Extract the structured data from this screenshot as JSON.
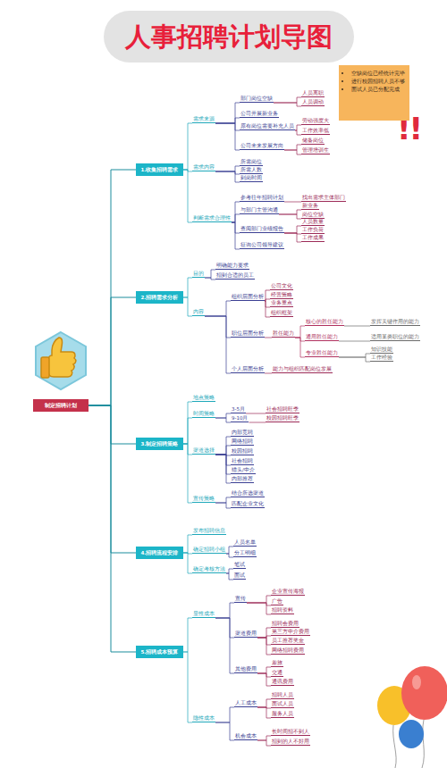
{
  "diagram": {
    "title": "人事招聘计划导图",
    "nodes": [
      {
        "text": [
          "空缺岗位已经统计完毕",
          "进行校园招聘人员不够",
          "面试人员已分配完成"
        ]
      },
      {
        "text": [
          "制定招聘计划"
        ]
      },
      {
        "text": [
          "1.收集招聘需求"
        ]
      },
      {
        "text": [
          "需求来源"
        ]
      },
      {
        "text": [
          "部门岗位空缺"
        ]
      },
      {
        "text": [
          "人员离职"
        ]
      },
      {
        "text": [
          "人员调动"
        ]
      },
      {
        "text": [
          "公司开展新业务"
        ]
      },
      {
        "text": [
          "原有岗位需要补充人员"
        ]
      },
      {
        "text": [
          "劳动强度大"
        ]
      },
      {
        "text": [
          "工作效率低"
        ]
      },
      {
        "text": [
          "公司未来发展方向"
        ]
      },
      {
        "text": [
          "储备岗位"
        ]
      },
      {
        "text": [
          "管理培训生"
        ]
      },
      {
        "text": [
          "需求内容"
        ]
      },
      {
        "text": [
          "所需岗位"
        ]
      },
      {
        "text": [
          "所需人数"
        ]
      },
      {
        "text": [
          "到岗时间"
        ]
      },
      {
        "text": [
          "判断需求合理性"
        ]
      },
      {
        "text": [
          "参考往年招聘计划"
        ]
      },
      {
        "text": [
          "找出需求主体部门"
        ]
      },
      {
        "text": [
          "与部门主管沟通"
        ]
      },
      {
        "text": [
          "新业务"
        ]
      },
      {
        "text": [
          "岗位空缺"
        ]
      },
      {
        "text": [
          "查阅部门业绩报告"
        ]
      },
      {
        "text": [
          "人员数量"
        ]
      },
      {
        "text": [
          "工作负荷"
        ]
      },
      {
        "text": [
          "工作成果"
        ]
      },
      {
        "text": [
          "征询公司领导建议"
        ]
      },
      {
        "text": [
          "2.招聘需求分析"
        ]
      },
      {
        "text": [
          "目的"
        ]
      },
      {
        "text": [
          "明确能力要求"
        ]
      },
      {
        "text": [
          "招到合适的员工"
        ]
      },
      {
        "text": [
          "内容"
        ]
      },
      {
        "text": [
          "组织层面分析"
        ]
      },
      {
        "text": [
          "公司文化"
        ]
      },
      {
        "text": [
          "经营策略"
        ]
      },
      {
        "text": [
          "业务重点"
        ]
      },
      {
        "text": [
          "组织框架"
        ]
      },
      {
        "text": [
          "职位层面分析"
        ]
      },
      {
        "text": [
          "胜任能力"
        ]
      },
      {
        "text": [
          "核心的胜任能力"
        ]
      },
      {
        "text": [
          "发挥关键作用的能力"
        ]
      },
      {
        "text": [
          "通用胜任能力"
        ]
      },
      {
        "text": [
          "适用某类职位的能力"
        ]
      },
      {
        "text": [
          "专业胜任能力"
        ]
      },
      {
        "text": [
          "知识技能"
        ]
      },
      {
        "text": [
          "工作经验"
        ]
      },
      {
        "text": [
          "个人层面分析"
        ]
      },
      {
        "text": [
          "能力与组织匹配岗位发展"
        ]
      },
      {
        "text": [
          "3.制定招聘策略"
        ]
      },
      {
        "text": [
          "地点策略"
        ]
      },
      {
        "text": [
          "时间策略"
        ]
      },
      {
        "text": [
          "3-5月"
        ]
      },
      {
        "text": [
          "社会招聘旺季"
        ]
      },
      {
        "text": [
          "9-10月"
        ]
      },
      {
        "text": [
          "校园招聘旺季"
        ]
      },
      {
        "text": [
          "渠道选择"
        ]
      },
      {
        "text": [
          "内部竞聘"
        ]
      },
      {
        "text": [
          "网络招聘"
        ]
      },
      {
        "text": [
          "校园招聘"
        ]
      },
      {
        "text": [
          "社会招聘"
        ]
      },
      {
        "text": [
          "猎头/中介"
        ]
      },
      {
        "text": [
          "内部推荐"
        ]
      },
      {
        "text": [
          "宣传策略"
        ]
      },
      {
        "text": [
          "结合所选渠道"
        ]
      },
      {
        "text": [
          "匹配企业文化"
        ]
      },
      {
        "text": [
          "4.招聘流程安排"
        ]
      },
      {
        "text": [
          "发布招聘信息"
        ]
      },
      {
        "text": [
          "确定招聘小组"
        ]
      },
      {
        "text": [
          "人员名单"
        ]
      },
      {
        "text": [
          "分工明细"
        ]
      },
      {
        "text": [
          "确定考核方法"
        ]
      },
      {
        "text": [
          "笔试"
        ]
      },
      {
        "text": [
          "面试"
        ]
      },
      {
        "text": [
          "5.招聘成本预算"
        ]
      },
      {
        "text": [
          "显性成本"
        ]
      },
      {
        "text": [
          "宣传"
        ]
      },
      {
        "text": [
          "企业宣传海报"
        ]
      },
      {
        "text": [
          "广告"
        ]
      },
      {
        "text": [
          "招聘资料"
        ]
      },
      {
        "text": [
          "渠道费用"
        ]
      },
      {
        "text": [
          "招聘会费用"
        ]
      },
      {
        "text": [
          "第三方中介费用"
        ]
      },
      {
        "text": [
          "员工推荐奖金"
        ]
      },
      {
        "text": [
          "网络招聘费用"
        ]
      },
      {
        "text": [
          "其他费用"
        ]
      },
      {
        "text": [
          "差旅"
        ]
      },
      {
        "text": [
          "交通"
        ]
      },
      {
        "text": [
          "通讯费用"
        ]
      },
      {
        "text": [
          "隐性成本"
        ]
      },
      {
        "text": [
          "人工成本"
        ]
      },
      {
        "text": [
          "招聘人员"
        ]
      },
      {
        "text": [
          "面试人员"
        ]
      },
      {
        "text": [
          "服务人员"
        ]
      },
      {
        "text": [
          "机会成本"
        ]
      },
      {
        "text": [
          "长时间招不到人"
        ]
      },
      {
        "text": [
          "招到的人不好用"
        ]
      }
    ],
    "edges": [
      {
        "from": 1,
        "to": 2,
        "arrow": "none"
      },
      {
        "from": 1,
        "to": 29,
        "arrow": "none"
      },
      {
        "from": 1,
        "to": 50,
        "arrow": "none"
      },
      {
        "from": 1,
        "to": 67,
        "arrow": "none"
      },
      {
        "from": 1,
        "to": 75,
        "arrow": "none"
      },
      {
        "from": 2,
        "to": 3,
        "arrow": "none"
      },
      {
        "from": 2,
        "to": 14,
        "arrow": "none"
      },
      {
        "from": 2,
        "to": 18,
        "arrow": "none"
      },
      {
        "from": 3,
        "to": 4,
        "arrow": "none"
      },
      {
        "from": 4,
        "to": 5,
        "arrow": "none"
      },
      {
        "from": 4,
        "to": 6,
        "arrow": "none"
      },
      {
        "from": 3,
        "to": 7,
        "arrow": "none"
      },
      {
        "from": 3,
        "to": 8,
        "arrow": "none"
      },
      {
        "from": 8,
        "to": 9,
        "arrow": "none"
      },
      {
        "from": 8,
        "to": 10,
        "arrow": "none"
      },
      {
        "from": 3,
        "to": 11,
        "arrow": "none"
      },
      {
        "from": 11,
        "to": 12,
        "arrow": "none"
      },
      {
        "from": 11,
        "to": 13,
        "arrow": "none"
      },
      {
        "from": 14,
        "to": 15,
        "arrow": "none"
      },
      {
        "from": 14,
        "to": 16,
        "arrow": "none"
      },
      {
        "from": 14,
        "to": 17,
        "arrow": "none"
      },
      {
        "from": 18,
        "to": 19,
        "arrow": "none"
      },
      {
        "from": 19,
        "to": 20,
        "arrow": "none"
      },
      {
        "from": 18,
        "to": 21,
        "arrow": "none"
      },
      {
        "from": 21,
        "to": 22,
        "arrow": "none"
      },
      {
        "from": 21,
        "to": 23,
        "arrow": "none"
      },
      {
        "from": 18,
        "to": 24,
        "arrow": "none"
      },
      {
        "from": 24,
        "to": 25,
        "arrow": "none"
      },
      {
        "from": 24,
        "to": 26,
        "arrow": "none"
      },
      {
        "from": 24,
        "to": 27,
        "arrow": "none"
      },
      {
        "from": 18,
        "to": 28,
        "arrow": "none"
      },
      {
        "from": 29,
        "to": 30,
        "arrow": "none"
      },
      {
        "from": 30,
        "to": 31,
        "arrow": "none"
      },
      {
        "from": 30,
        "to": 32,
        "arrow": "none"
      },
      {
        "from": 29,
        "to": 33,
        "arrow": "none"
      },
      {
        "from": 33,
        "to": 34,
        "arrow": "none"
      },
      {
        "from": 34,
        "to": 35,
        "arrow": "none"
      },
      {
        "from": 34,
        "to": 36,
        "arrow": "none"
      },
      {
        "from": 34,
        "to": 37,
        "arrow": "none"
      },
      {
        "from": 34,
        "to": 38,
        "arrow": "none"
      },
      {
        "from": 33,
        "to": 39,
        "arrow": "none"
      },
      {
        "from": 39,
        "to": 40,
        "arrow": "none"
      },
      {
        "from": 40,
        "to": 41,
        "arrow": "none"
      },
      {
        "from": 41,
        "to": 42,
        "arrow": "none"
      },
      {
        "from": 40,
        "to": 43,
        "arrow": "none"
      },
      {
        "from": 43,
        "to": 44,
        "arrow": "none"
      },
      {
        "from": 40,
        "to": 45,
        "arrow": "none"
      },
      {
        "from": 45,
        "to": 46,
        "arrow": "none"
      },
      {
        "from": 45,
        "to": 47,
        "arrow": "none"
      },
      {
        "from": 33,
        "to": 48,
        "arrow": "none"
      },
      {
        "from": 48,
        "to": 49,
        "arrow": "none"
      },
      {
        "from": 50,
        "to": 51,
        "arrow": "none"
      },
      {
        "from": 50,
        "to": 52,
        "arrow": "none"
      },
      {
        "from": 52,
        "to": 53,
        "arrow": "none"
      },
      {
        "from": 53,
        "to": 54,
        "arrow": "none"
      },
      {
        "from": 52,
        "to": 55,
        "arrow": "none"
      },
      {
        "from": 55,
        "to": 56,
        "arrow": "none"
      },
      {
        "from": 50,
        "to": 57,
        "arrow": "none"
      },
      {
        "from": 57,
        "to": 58,
        "arrow": "none"
      },
      {
        "from": 57,
        "to": 59,
        "arrow": "none"
      },
      {
        "from": 57,
        "to": 60,
        "arrow": "none"
      },
      {
        "from": 57,
        "to": 61,
        "arrow": "none"
      },
      {
        "from": 57,
        "to": 62,
        "arrow": "none"
      },
      {
        "from": 57,
        "to": 63,
        "arrow": "none"
      },
      {
        "from": 50,
        "to": 64,
        "arrow": "none"
      },
      {
        "from": 64,
        "to": 65,
        "arrow": "none"
      },
      {
        "from": 64,
        "to": 66,
        "arrow": "none"
      },
      {
        "from": 67,
        "to": 68,
        "arrow": "none"
      },
      {
        "from": 67,
        "to": 69,
        "arrow": "none"
      },
      {
        "from": 69,
        "to": 70,
        "arrow": "none"
      },
      {
        "from": 69,
        "to": 71,
        "arrow": "none"
      },
      {
        "from": 67,
        "to": 72,
        "arrow": "none"
      },
      {
        "from": 72,
        "to": 73,
        "arrow": "none"
      },
      {
        "from": 72,
        "to": 74,
        "arrow": "none"
      },
      {
        "from": 75,
        "to": 76,
        "arrow": "none"
      },
      {
        "from": 76,
        "to": 77,
        "arrow": "none"
      },
      {
        "from": 77,
        "to": 78,
        "arrow": "none"
      },
      {
        "from": 77,
        "to": 79,
        "arrow": "none"
      },
      {
        "from": 77,
        "to": 80,
        "arrow": "none"
      },
      {
        "from": 76,
        "to": 81,
        "arrow": "none"
      },
      {
        "from": 81,
        "to": 82,
        "arrow": "none"
      },
      {
        "from": 81,
        "to": 83,
        "arrow": "none"
      },
      {
        "from": 81,
        "to": 84,
        "arrow": "none"
      },
      {
        "from": 81,
        "to": 85,
        "arrow": "none"
      },
      {
        "from": 76,
        "to": 86,
        "arrow": "none"
      },
      {
        "from": 86,
        "to": 87,
        "arrow": "none"
      },
      {
        "from": 86,
        "to": 88,
        "arrow": "none"
      },
      {
        "from": 86,
        "to": 89,
        "arrow": "none"
      },
      {
        "from": 75,
        "to": 90,
        "arrow": "none"
      },
      {
        "from": 90,
        "to": 91,
        "arrow": "none"
      },
      {
        "from": 91,
        "to": 92,
        "arrow": "none"
      },
      {
        "from": 91,
        "to": 93,
        "arrow": "none"
      },
      {
        "from": 91,
        "to": 94,
        "arrow": "none"
      },
      {
        "from": 90,
        "to": 95,
        "arrow": "none"
      },
      {
        "from": 95,
        "to": 96,
        "arrow": "none"
      },
      {
        "from": 95,
        "to": 97,
        "arrow": "none"
      }
    ],
    "labels": [
      "!!"
    ]
  }
}
